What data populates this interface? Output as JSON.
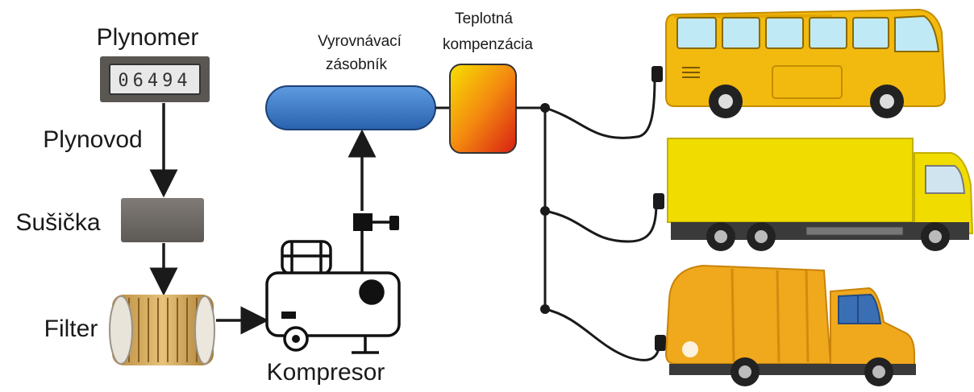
{
  "labels": {
    "gas_meter": "Plynomer",
    "meter_reading": "06494",
    "gas_pipe": "Plynovod",
    "dryer": "Sušička",
    "filter": "Filter",
    "compressor": "Kompresor",
    "buffer_tank_line1": "Vyrovnávací",
    "buffer_tank_line2": "zásobník",
    "temp_comp_line1": "Teplotná",
    "temp_comp_line2": "kompenzácia"
  },
  "colors": {
    "tank": "#3a78c4",
    "dryer": "#6e6a66",
    "bus": "#f2b90f",
    "truck_box": "#f1dc00",
    "garbage_truck": "#f0a81c",
    "line": "#1a1a1a"
  },
  "vehicles": [
    "bus",
    "box-truck",
    "garbage-truck"
  ]
}
